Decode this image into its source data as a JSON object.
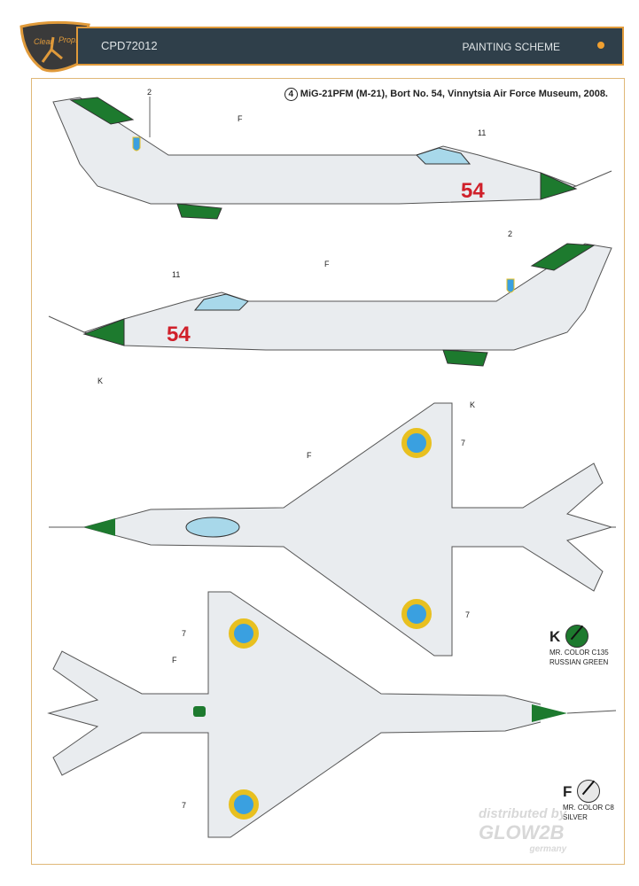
{
  "header": {
    "product_code": "CPD72012",
    "section_title": "PAINTING SCHEME",
    "logo_text": "Clear Prop!"
  },
  "scheme": {
    "number": "4",
    "title": "MiG-21PFM (M-21), Bort No. 54, Vinnytsia Air Force Museum, 2008."
  },
  "callouts": {
    "decal_2": "2",
    "decal_11": "11",
    "decal_7": "7",
    "paint_f": "F",
    "paint_k": "K",
    "bort_number": "54"
  },
  "colors": [
    {
      "letter": "K",
      "name_line1": "MR. COLOR C135",
      "name_line2": "RUSSIAN GREEN",
      "hex": "#1d7a2e"
    },
    {
      "letter": "F",
      "name_line1": "MR. COLOR C8",
      "name_line2": "SILVER",
      "hex": "#e8e8e8"
    }
  ],
  "watermark": {
    "line1": "distributed by",
    "line2": "GLOW2B",
    "line3": "germany"
  }
}
